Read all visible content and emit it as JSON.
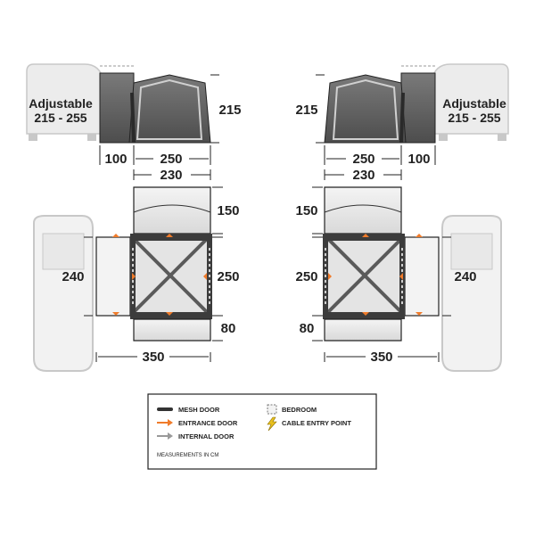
{
  "left_plan": {
    "side_view": {
      "adjustable_label": "Adjustable",
      "adjustable_range": "215 - 255",
      "height": "215",
      "porch_depth": "100",
      "width": "250"
    },
    "top_view": {
      "top_width": "230",
      "front_depth": "150",
      "side_depth": "250",
      "rear_depth": "80",
      "vehicle_width": "240",
      "overall_width": "350"
    }
  },
  "right_plan": {
    "side_view": {
      "adjustable_label": "Adjustable",
      "adjustable_range": "215 - 255",
      "height": "215",
      "porch_depth": "100",
      "width": "250"
    },
    "top_view": {
      "top_width": "230",
      "front_depth": "150",
      "side_depth": "250",
      "rear_depth": "80",
      "vehicle_width": "240",
      "overall_width": "350"
    }
  },
  "legend": {
    "mesh_door": "MESH DOOR",
    "entrance_door": "ENTRANCE DOOR",
    "internal_door": "INTERNAL DOOR",
    "bedroom": "BEDROOM",
    "cable_entry": "CABLE ENTRY POINT",
    "note": "MEASUREMENTS IN CM"
  },
  "colors": {
    "line": "#222222",
    "fill_dark": "#5a5a5a",
    "fill_light": "#e9e9e9",
    "vehicle": "#c8c8c8",
    "entrance_door": "#f07b2a",
    "cable_entry": "#e9c11e"
  }
}
